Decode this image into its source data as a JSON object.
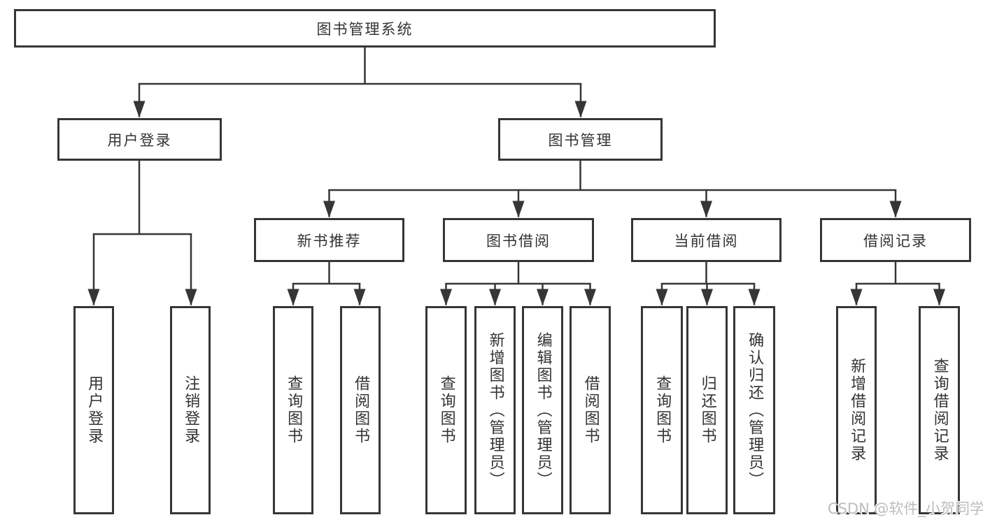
{
  "watermark": "CSDN @软件_小贺同学",
  "colors": {
    "background": "#ffffff",
    "line": "#363636",
    "box_border": "#363636",
    "text": "#333333",
    "watermark": "#bdbdbd"
  },
  "tree": {
    "root": "图书管理系统",
    "children": [
      {
        "label": "用户登录",
        "leaves": [
          "用户登录",
          "注销登录"
        ]
      },
      {
        "label": "图书管理",
        "children": [
          {
            "label": "新书推荐",
            "leaves": [
              "查询图书",
              "借阅图书"
            ]
          },
          {
            "label": "图书借阅",
            "leaves": [
              "查询图书",
              "新增图书（管理员）",
              "编辑图书（管理员）",
              "借阅图书"
            ]
          },
          {
            "label": "当前借阅",
            "leaves": [
              "查询图书",
              "归还图书",
              "确认归还（管理员）"
            ]
          },
          {
            "label": "借阅记录",
            "leaves": [
              "新增借阅记录",
              "查询借阅记录"
            ]
          }
        ]
      }
    ]
  }
}
